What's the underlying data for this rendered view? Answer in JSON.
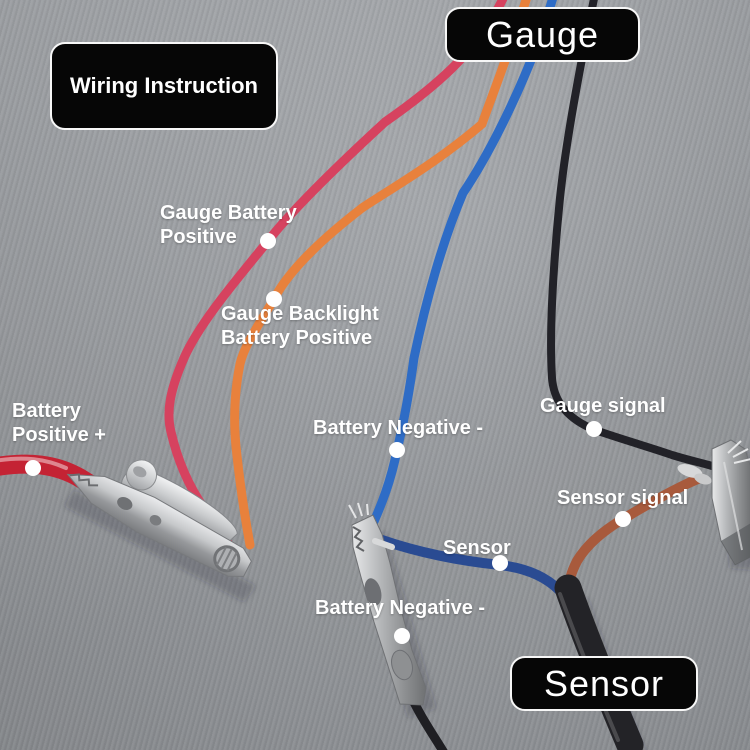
{
  "badges": {
    "wiring_instruction": "Wiring Instruction",
    "gauge": "Gauge",
    "sensor": "Sensor"
  },
  "wire_labels": {
    "gauge_battery_positive": "Gauge Battery\nPositive",
    "gauge_backlight_battery_positive": "Gauge Backlight\nBattery Positive",
    "battery_positive": "Battery\nPositive +",
    "battery_negative_gauge": "Battery Negative -",
    "gauge_signal": "Gauge signal",
    "sensor_signal": "Sensor signal",
    "sensor": "Sensor",
    "battery_negative_sensor": "Battery Negative -"
  },
  "colors": {
    "background": "#9a9da1",
    "badge_background": "#060606",
    "badge_text": "#ffffff",
    "label_text": "#ffffff",
    "marker_dot": "#ffffff",
    "wire_gauge_battery_positive": "#d6425f",
    "wire_gauge_backlight": "#e8813c",
    "wire_battery_negative": "#2e6cc6",
    "wire_gauge_signal": "#222228",
    "wire_battery_positive": "#c42334",
    "wire_sensor": "#2a4b92",
    "wire_sensor_signal": "#a85a3c",
    "sensor_cable": "#232327",
    "clip_metal": "#c9cbcd"
  }
}
